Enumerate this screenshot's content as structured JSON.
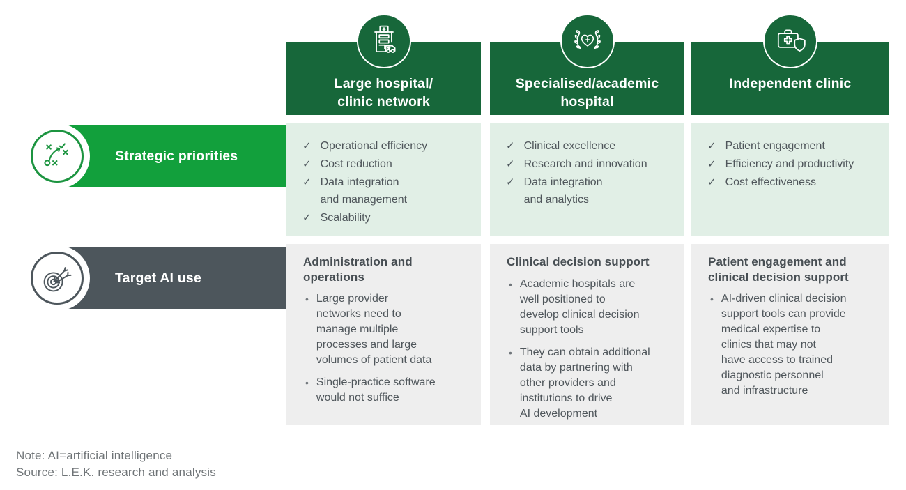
{
  "colors": {
    "dark_green": "#17673A",
    "bright_green": "#12A03C",
    "ring_green": "#1C9440",
    "light_green": "#E1EFE6",
    "dark_gray": "#4D565C",
    "light_gray": "#EEEEEE",
    "text_gray": "#4F565B"
  },
  "columns": [
    {
      "title": "Large hospital/\nclinic network",
      "icon": "hospital-building-icon"
    },
    {
      "title": "Specialised/academic\nhospital",
      "icon": "wreath-heart-icon"
    },
    {
      "title": "Independent clinic",
      "icon": "medical-kit-shield-icon"
    }
  ],
  "rows": [
    {
      "label": "Strategic priorities",
      "icon": "strategy-plan-icon"
    },
    {
      "label": "Target AI use",
      "icon": "target-arrows-icon"
    }
  ],
  "priorities": {
    "check_glyph": "✓",
    "cells": [
      {
        "items": [
          "Operational efficiency",
          "Cost reduction",
          "Data integration\nand management",
          "Scalability"
        ]
      },
      {
        "items": [
          "Clinical excellence",
          "Research and innovation",
          "Data integration\nand analytics"
        ]
      },
      {
        "items": [
          "Patient engagement",
          "Efficiency and productivity",
          "Cost effectiveness"
        ]
      }
    ]
  },
  "ai_use": {
    "bullet_glyph": "•",
    "cells": [
      {
        "heading": "Administration and\noperations",
        "bullets": [
          "Large provider\nnetworks need to\nmanage multiple\nprocesses and large\nvolumes of patient data",
          "Single-practice software\nwould not suffice"
        ]
      },
      {
        "heading": "Clinical decision support",
        "bullets": [
          "Academic hospitals are\nwell positioned to\ndevelop clinical decision\nsupport tools",
          "They can obtain additional\ndata by partnering with\nother providers and\ninstitutions to drive\nAI development"
        ]
      },
      {
        "heading": "Patient engagement and\nclinical decision support",
        "bullets": [
          "AI-driven clinical decision\nsupport tools can provide\nmedical expertise to\nclinics that may not\nhave access to trained\ndiagnostic personnel\nand infrastructure"
        ]
      }
    ]
  },
  "footer": {
    "note": "Note: AI=artificial intelligence",
    "source": "Source: L.E.K. research and analysis"
  }
}
